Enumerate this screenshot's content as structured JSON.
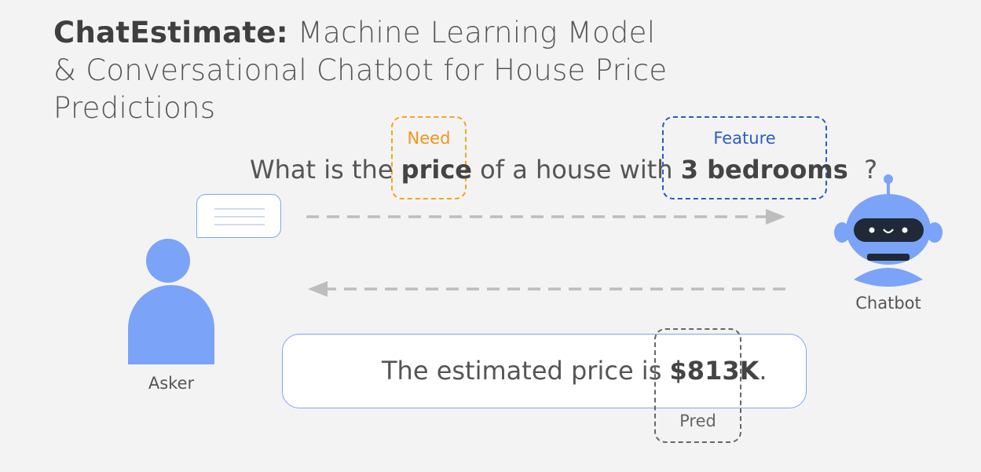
{
  "title": {
    "bold": "ChatEstimate:",
    "rest": " Machine Learning Model & Conversational Chatbot for House Price Predictions"
  },
  "question": {
    "before": "What is the",
    "need_word": "price",
    "middle": "of a house with",
    "feature_word": "3 bedrooms",
    "after": "?"
  },
  "tags": {
    "need": "Need",
    "feature": "Feature",
    "pred": "Pred"
  },
  "answer": {
    "before": "The estimated price is",
    "value": "$813K",
    "after": "."
  },
  "actors": {
    "asker": "Asker",
    "chatbot": "Chatbot"
  },
  "colors": {
    "need": "#f7a21b",
    "feature": "#2a5cc6",
    "pred": "#666666",
    "person": "#7ba3f8",
    "arrow": "#bdbdbd"
  }
}
